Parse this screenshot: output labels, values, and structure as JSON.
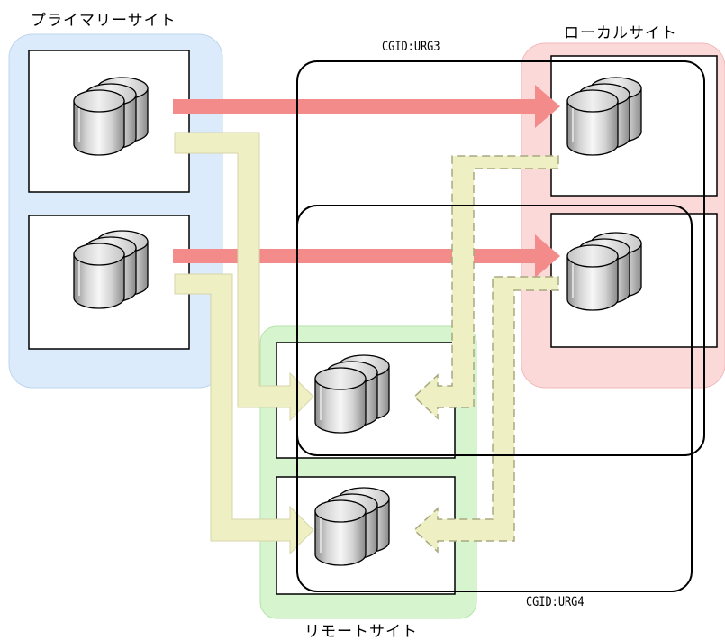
{
  "sites": {
    "primary": "プライマリーサイト",
    "local": "ローカルサイト",
    "remote": "リモートサイト"
  },
  "consistency_groups": {
    "group1": "CGID:URG3",
    "group2": "CGID:URG4"
  },
  "colors": {
    "primary_zone": "#dcebfb",
    "local_zone": "#fcd9d9",
    "remote_zone": "#d6f5cf",
    "sync_arrow": "#f48b8b",
    "async_arrow": "#efefc4",
    "async_arrow_edge": "#c8c8a0"
  },
  "icons": {
    "volume": "disk-stack-icon"
  }
}
